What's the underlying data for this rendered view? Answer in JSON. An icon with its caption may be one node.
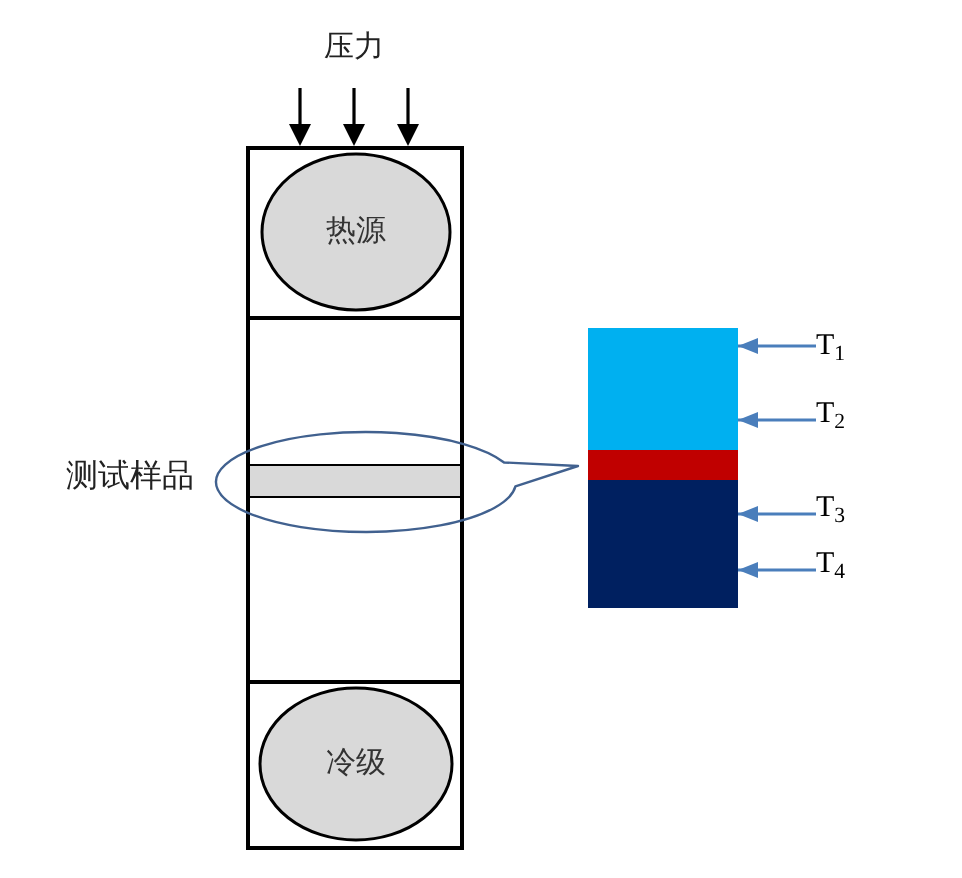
{
  "diagram": {
    "nodes": [
      {
        "text": [],
        "shape": "box"
      },
      {
        "text": [
          "热源"
        ],
        "in": 0
      },
      {
        "text": [],
        "shape": "bar"
      },
      {
        "text": [
          "冷级"
        ],
        "in": 0
      },
      {
        "text": [],
        "shape": "ellipse",
        "beside": [
          "测试样品"
        ]
      },
      {
        "text": [],
        "shape": "bar"
      },
      {
        "text": [],
        "shape": "bar"
      },
      {
        "text": [],
        "shape": "bar"
      },
      {
        "text": [
          "T$_{1}$"
        ]
      },
      {
        "text": [
          "T$_{2}$"
        ]
      },
      {
        "text": [
          "T$_{3}$"
        ]
      },
      {
        "text": [
          "T$_{4}$"
        ]
      }
    ],
    "edges": [
      {
        "from": 8,
        "to": 5,
        "arrow": "to"
      },
      {
        "from": 9,
        "to": 5,
        "arrow": "to"
      },
      {
        "from": 10,
        "to": 7,
        "arrow": "to"
      },
      {
        "from": 11,
        "to": 7,
        "arrow": "to"
      }
    ],
    "labels": [
      "压力"
    ]
  }
}
